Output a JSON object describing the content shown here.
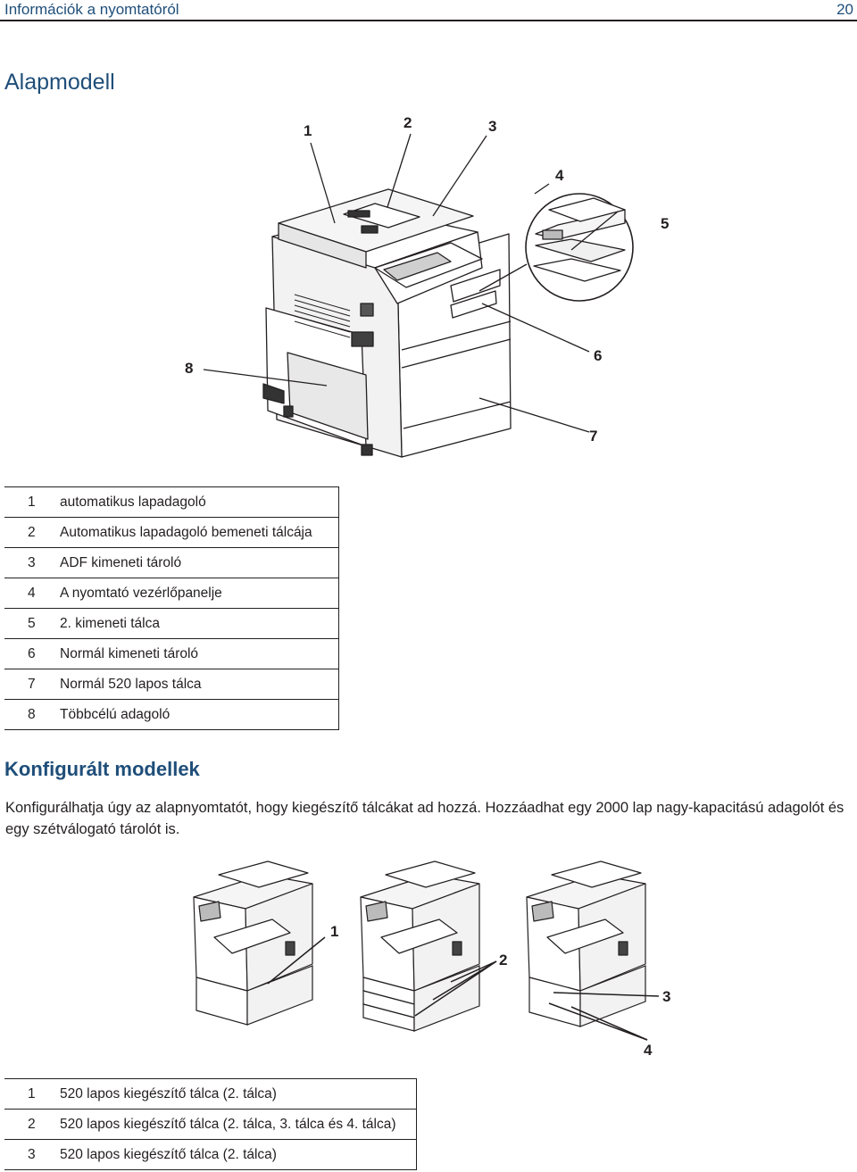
{
  "header": {
    "title": "Információk a nyomtatóról",
    "page_number": "20"
  },
  "section1": {
    "heading": "Alapmodell",
    "callouts": [
      "1",
      "2",
      "3",
      "4",
      "5",
      "6",
      "7",
      "8"
    ],
    "legend": [
      {
        "num": "1",
        "label": "automatikus lapadagoló"
      },
      {
        "num": "2",
        "label": "Automatikus lapadagoló bemeneti tálcája"
      },
      {
        "num": "3",
        "label": "ADF kimeneti tároló"
      },
      {
        "num": "4",
        "label": "A nyomtató vezérlőpanelje"
      },
      {
        "num": "5",
        "label": "2. kimeneti tálca"
      },
      {
        "num": "6",
        "label": "Normál kimeneti tároló"
      },
      {
        "num": "7",
        "label": "Normál 520 lapos tálca"
      },
      {
        "num": "8",
        "label": "Többcélú adagoló"
      }
    ]
  },
  "section2": {
    "heading": "Konfigurált modellek",
    "paragraph": "Konfigurálhatja úgy az alapnyomtatót, hogy kiegészítő tálcákat ad hozzá. Hozzáadhat egy 2000 lap nagy-kapacitású adagolót és egy szétválogató tárolót is.",
    "callouts": [
      "1",
      "2",
      "3",
      "4"
    ],
    "legend": [
      {
        "num": "1",
        "label": "520 lapos kiegészítő tálca (2. tálca)"
      },
      {
        "num": "2",
        "label": "520 lapos kiegészítő tálca (2. tálca, 3. tálca és 4. tálca)"
      },
      {
        "num": "3",
        "label": "520 lapos kiegészítő tálca (2. tálca)"
      }
    ]
  }
}
